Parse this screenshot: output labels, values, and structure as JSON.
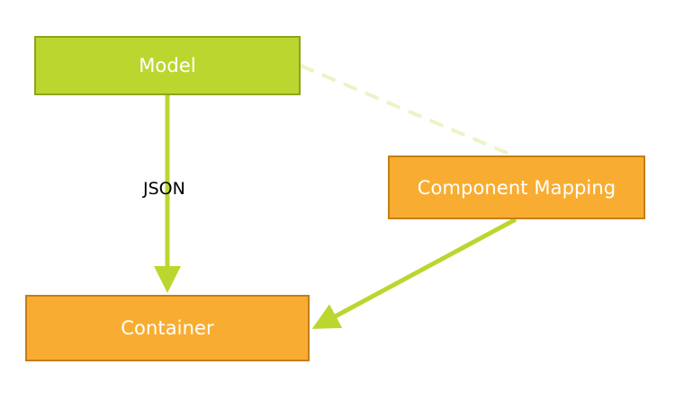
{
  "diagram": {
    "nodes": {
      "model": {
        "label": "Model"
      },
      "component_mapping": {
        "label": "Component Mapping"
      },
      "container": {
        "label": "Container"
      }
    },
    "edges": {
      "model_to_container": {
        "label": "JSON",
        "style": "solid",
        "arrow": true
      },
      "mapping_to_container": {
        "label": "",
        "style": "solid",
        "arrow": true
      },
      "model_to_mapping": {
        "label": "",
        "style": "dashed",
        "arrow": false
      }
    },
    "colors": {
      "green_fill": "#bcd630",
      "green_border": "#8aa61d",
      "orange_fill": "#f8ad32",
      "orange_border": "#c47e16",
      "arrow": "#bcd630",
      "dashed": "#eef2c8",
      "label_text": "#000000",
      "node_text": "#ffffff"
    }
  }
}
